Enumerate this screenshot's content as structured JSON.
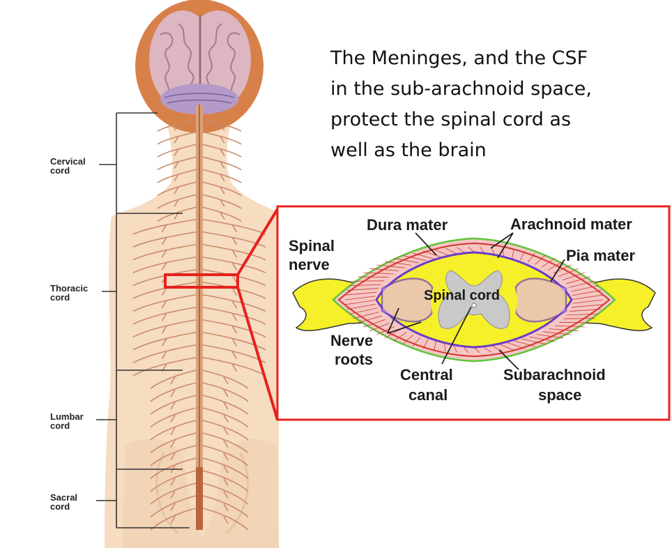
{
  "caption": {
    "lines": [
      "The Meninges, and the CSF",
      "in the sub-arachnoid space,",
      "protect the spinal cord as",
      "well as the brain"
    ]
  },
  "regions": [
    {
      "line1": "Cervical",
      "line2": "cord"
    },
    {
      "line1": "Thoracic",
      "line2": "cord"
    },
    {
      "line1": "Lumbar",
      "line2": "cord"
    },
    {
      "line1": "Sacral",
      "line2": "cord"
    }
  ],
  "inset": {
    "labels": {
      "dura_mater": "Dura mater",
      "arachnoid_mater": "Arachnoid mater",
      "spinal_nerve_1": "Spinal",
      "spinal_nerve_2": "nerve",
      "pia_mater": "Pia mater",
      "spinal_cord": "Spinal cord",
      "nerve_roots_1": "Nerve",
      "nerve_roots_2": "roots",
      "central_canal_1": "Central",
      "central_canal_2": "canal",
      "subarachnoid_1": "Subarachnoid",
      "subarachnoid_2": "space"
    }
  },
  "colors": {
    "highlight": "#e8201c",
    "nerve_yellow": "#f6f02a",
    "arachnoid_pink": "#f4c7c4",
    "pia_purple": "#6a3cc9",
    "dura_green": "#5fc43a",
    "grey_matter": "#c9c9c9",
    "skin": "#f6dcc0",
    "nerve_tan": "#c98a6a"
  }
}
